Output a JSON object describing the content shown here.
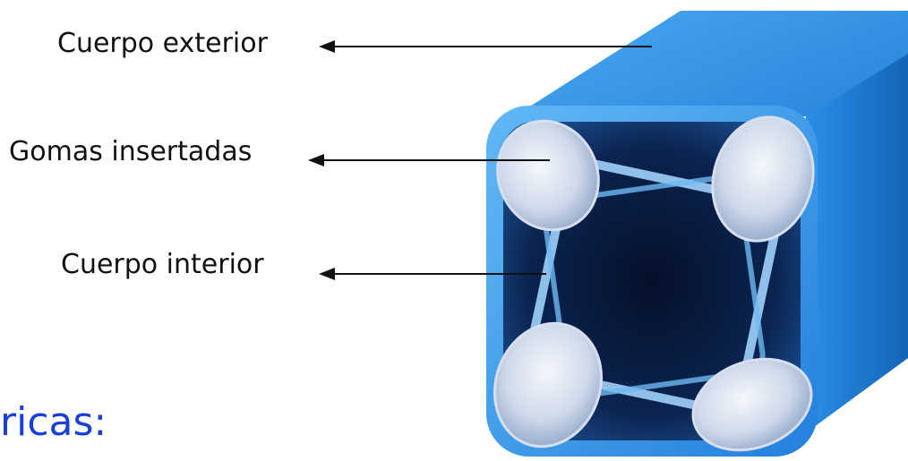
{
  "labels": {
    "outer_body": "Cuerpo exterior",
    "rubber_inserts": "Gomas insertadas",
    "inner_body": "Cuerpo interior"
  },
  "partial_heading": "ricas:",
  "colors": {
    "tube_blue": "#2a8fe6",
    "tube_dark": "#0a1a3a",
    "rubber": "#dfe6f2",
    "text": "#111111",
    "heading": "#1a3fd8"
  }
}
